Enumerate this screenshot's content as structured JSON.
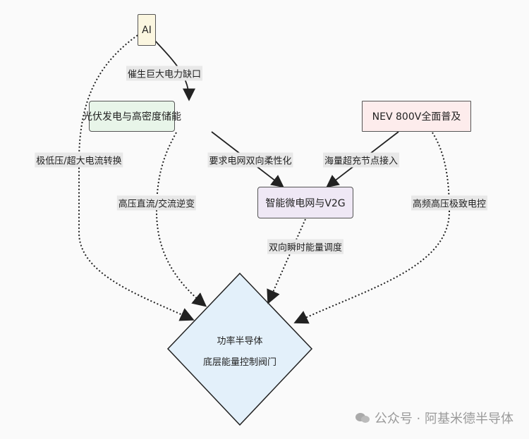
{
  "nodes": {
    "ai": "AI",
    "pv": "光伏发电与高密度储能",
    "nev": "NEV 800V全面普及",
    "v2g": "智能微电网与V2G",
    "core_line1": "功率半导体",
    "core_line2": "底层能量控制阀门"
  },
  "edges": {
    "ai_pv": "催生巨大电力缺口",
    "ai_core": "极低压/超大电流转换",
    "pv_core": "高压直流/交流逆变",
    "pv_v2g": "要求电网双向柔性化",
    "nev_v2g": "海量超充节点接入",
    "nev_core": "高频高压极致电控",
    "v2g_core": "双向瞬时能量调度"
  },
  "watermark": "公众号 · 阿基米德半导体",
  "colors": {
    "ai": "#fbf6e0",
    "pv": "#e8f5e9",
    "nev": "#fdecec",
    "v2g": "#efe8f5",
    "core": "#e3f0fa"
  }
}
